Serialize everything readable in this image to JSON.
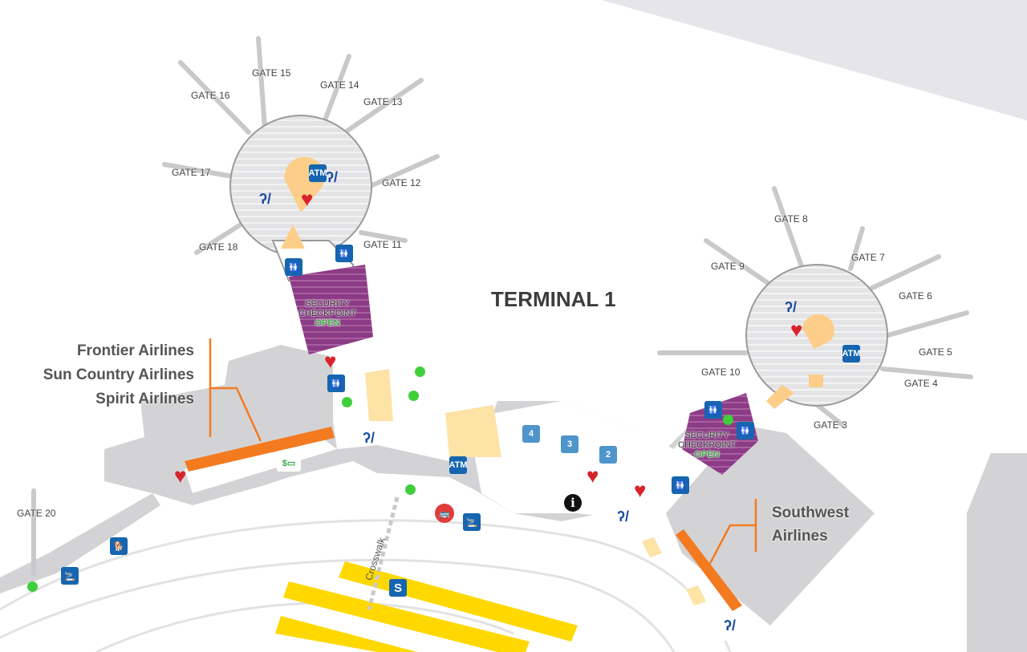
{
  "map": {
    "title": "TERMINAL 1",
    "gates": [
      "GATE 15",
      "GATE 14",
      "GATE 13",
      "GATE 16",
      "GATE 17",
      "GATE 12",
      "GATE 18",
      "GATE 11",
      "GATE 8",
      "GATE 9",
      "GATE 7",
      "GATE 6",
      "GATE 5",
      "GATE 10",
      "GATE 4",
      "GATE 3",
      "GATE 20"
    ],
    "airlines_left": [
      "Frontier Airlines",
      "Sun Country Airlines",
      "Spirit Airlines"
    ],
    "airlines_right": [
      "Southwest",
      "Airlines"
    ],
    "security": {
      "line1": "SECURITY",
      "line2": "CHECKPOINT",
      "status": "OPEN"
    },
    "atm_label": "ATM",
    "crosswalk_label": "Crosswalk",
    "shuttle_label": "S",
    "baggage_claims": [
      "4",
      "3",
      "2"
    ],
    "info_label": "i",
    "colors": {
      "ticketing": "#f47a20",
      "security": "#8c3b86",
      "roadway_bus": "#ffd800",
      "building": "#d3d3d5",
      "open": "#3aa845"
    }
  }
}
